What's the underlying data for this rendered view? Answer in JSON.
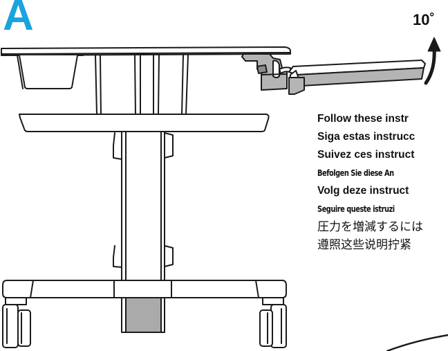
{
  "figure": {
    "panel_letter": "A",
    "angle_label": "10˚",
    "accent_color": "#1aa3dd"
  },
  "instructions": [
    {
      "text": "Follow these instr",
      "style": "bold"
    },
    {
      "text": "Siga estas instrucc",
      "style": "bold"
    },
    {
      "text": "Suivez ces instruct",
      "style": "bold"
    },
    {
      "text": "Befolgen Sie diese An",
      "style": "condensed"
    },
    {
      "text": "Volg deze instruct",
      "style": "bold"
    },
    {
      "text": "Seguire queste istruzi",
      "style": "condensed"
    },
    {
      "text": "圧力を増減するには",
      "style": "cjk"
    },
    {
      "text": "遵照这些说明拧紧",
      "style": "cjk"
    }
  ]
}
